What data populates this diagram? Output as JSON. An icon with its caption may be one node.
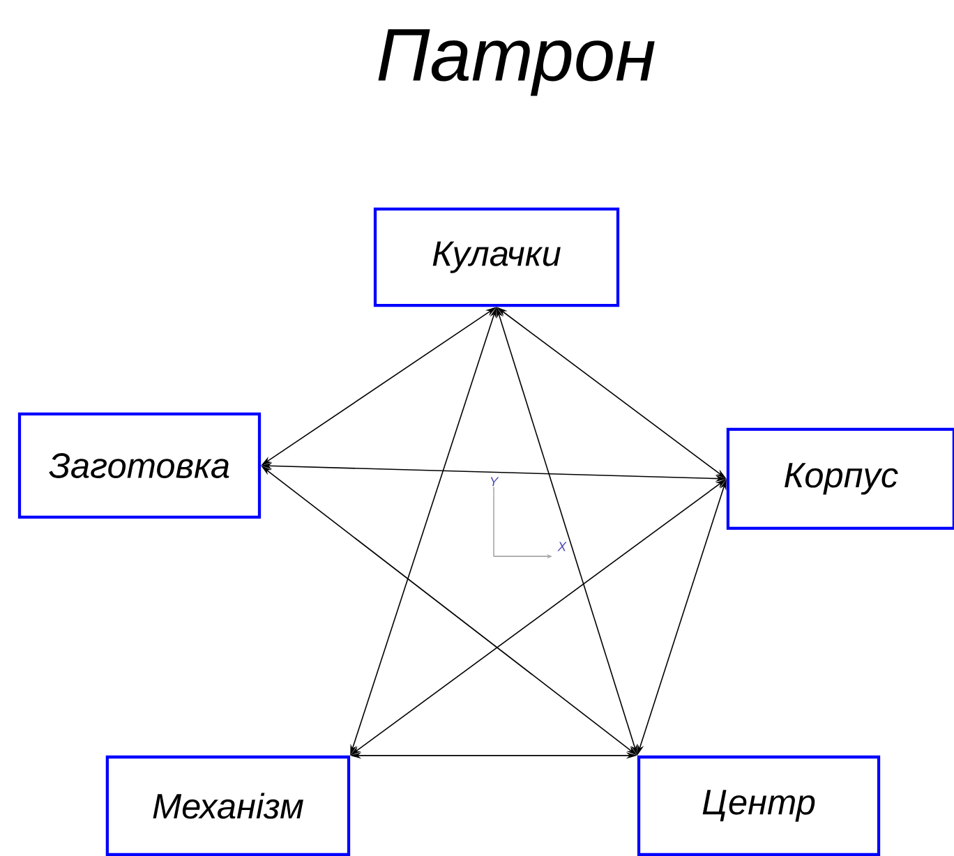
{
  "diagram": {
    "title": "Патрон",
    "nodes": [
      {
        "text": [
          "Кулачки"
        ]
      },
      {
        "text": [
          "Заготовка"
        ]
      },
      {
        "text": [
          "Корпус"
        ]
      },
      {
        "text": [
          "Механізм"
        ]
      },
      {
        "text": [
          "Центр"
        ]
      }
    ],
    "edges": [
      {
        "from": 0,
        "to": 1,
        "arrow": "both"
      },
      {
        "from": 0,
        "to": 2,
        "arrow": "both"
      },
      {
        "from": 0,
        "to": 3,
        "arrow": "both"
      },
      {
        "from": 0,
        "to": 4,
        "arrow": "both"
      },
      {
        "from": 1,
        "to": 2,
        "arrow": "both"
      },
      {
        "from": 1,
        "to": 4,
        "arrow": "both"
      },
      {
        "from": 2,
        "to": 3,
        "arrow": "both"
      },
      {
        "from": 2,
        "to": 4,
        "arrow": "both"
      },
      {
        "from": 3,
        "to": 4,
        "arrow": "both"
      }
    ],
    "labels": [
      "Y",
      "X"
    ]
  }
}
